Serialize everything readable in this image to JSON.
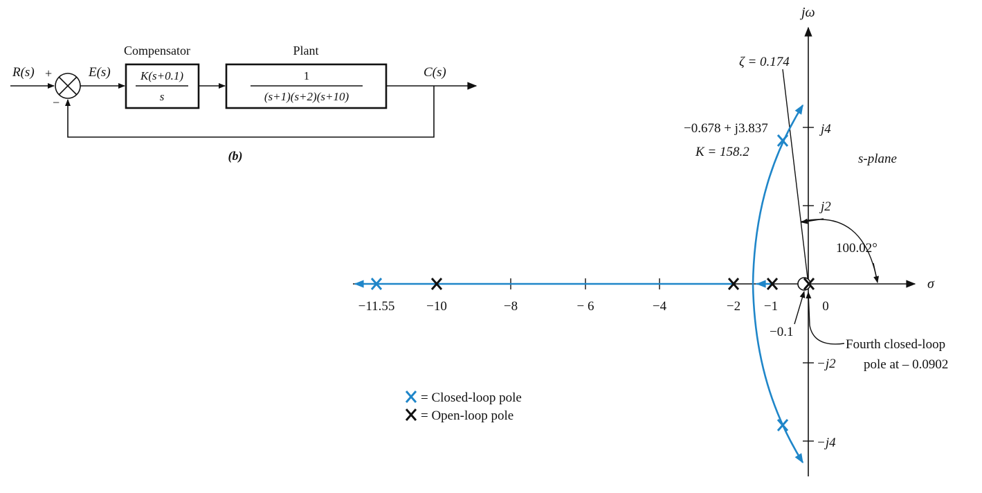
{
  "block_diagram": {
    "input_label": "R(s)",
    "plus_sign": "+",
    "minus_sign": "−",
    "error_label": "E(s)",
    "compensator_title": "Compensator",
    "compensator_num": "K(s+0.1)",
    "compensator_den": "s",
    "plant_title": "Plant",
    "plant_num": "1",
    "plant_den": "(s+1)(s+2)(s+10)",
    "output_label": "C(s)",
    "caption": "(b)"
  },
  "root_locus": {
    "axis_imag_label": "jω",
    "axis_real_label": "σ",
    "plane_label": "s-plane",
    "real_ticks": [
      "−11.55",
      "−10",
      "−8",
      "− 6",
      "−4",
      "−2",
      "−1",
      "0"
    ],
    "imag_ticks": [
      "j4",
      "j2",
      "−j2",
      "−j4"
    ],
    "zeta_label": "ζ = 0.174",
    "point_label": "−0.678 + j3.837",
    "gain_label": "K = 158.2",
    "angle_label": "100.02°",
    "zero_label": "−0.1",
    "fourth_pole_line1": "Fourth closed-loop",
    "fourth_pole_line2": "pole at – 0.0902",
    "legend_closed": "= Closed-loop pole",
    "legend_open": "= Open-loop pole",
    "colors": {
      "closed_loop": "#1f86c9",
      "open_loop": "#111111"
    },
    "open_loop_poles": [
      0,
      -1,
      -2,
      -10
    ],
    "open_loop_zeros": [
      -0.1
    ],
    "closed_loop_poles": [
      {
        "re": -11.55,
        "im": 0
      },
      {
        "re": -0.678,
        "im": 3.837
      },
      {
        "re": -0.678,
        "im": -3.837
      },
      {
        "re": -0.0902,
        "im": 0
      }
    ],
    "zeta": 0.174,
    "angle_deg": 100.02,
    "gain": 158.2
  }
}
